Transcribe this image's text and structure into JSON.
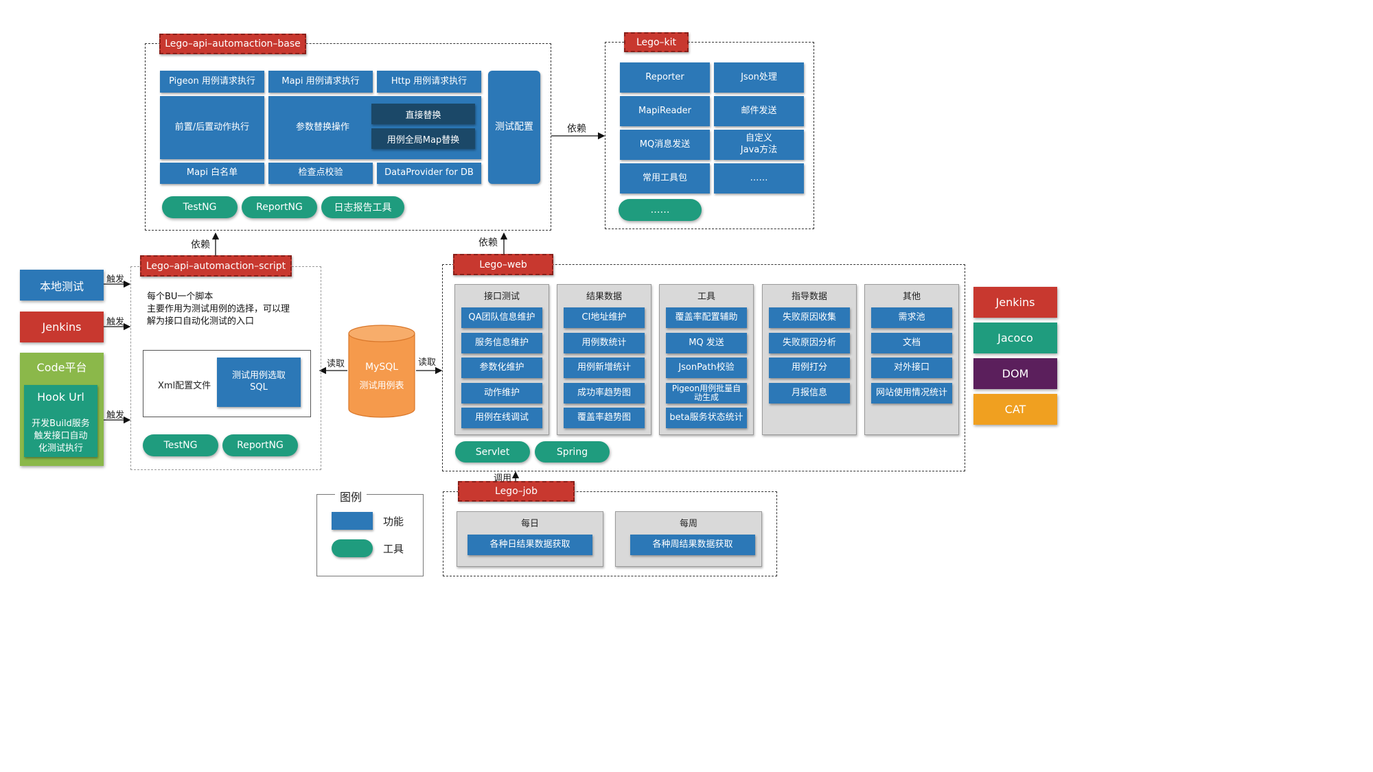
{
  "base": {
    "tag": "Lego–api–automaction–base",
    "row1": [
      "Pigeon 用例请求执行",
      "Mapi 用例请求执行",
      "Http 用例请求执行"
    ],
    "pre_post": "前置/后置动作执行",
    "param_replace": "参数替换操作",
    "direct_replace": "直接替换",
    "map_replace": "用例全局Map替换",
    "row3": [
      "Mapi 白名单",
      "检查点校验",
      "DataProvider for DB"
    ],
    "test_config": "测试配置",
    "tools": [
      "TestNG",
      "ReportNG",
      "日志报告工具"
    ]
  },
  "kit": {
    "tag": "Lego–kit",
    "items": [
      "Reporter",
      "Json处理",
      "MapiReader",
      "邮件发送",
      "MQ消息发送",
      "自定义\nJava方法",
      "常用工具包",
      "……"
    ],
    "tool": "……"
  },
  "script": {
    "tag": "Lego–api–automaction–script",
    "desc_lines": [
      "每个BU一个脚本",
      "主要作用为测试用例的选择，可以理",
      "解为接口自动化测试的入口"
    ],
    "xml_label": "Xml配置文件",
    "sql_box": "测试用例选取\nSQL",
    "tools": [
      "TestNG",
      "ReportNG"
    ]
  },
  "triggers": {
    "local": "本地测试",
    "jenkins": "Jenkins",
    "code_platform": "Code平台",
    "hook": "Hook Url",
    "hook_desc": "开发Build服务\n触发接口自动\n化测试执行",
    "label": "触发"
  },
  "db": {
    "line1": "MySQL",
    "line2": "测试用例表"
  },
  "web": {
    "tag": "Lego–web",
    "columns": [
      {
        "title": "接口测试",
        "items": [
          "QA团队信息维护",
          "服务信息维护",
          "参数化维护",
          "动作维护",
          "用例在线调试"
        ]
      },
      {
        "title": "结果数据",
        "items": [
          "CI地址维护",
          "用例数统计",
          "用例新增统计",
          "成功率趋势图",
          "覆盖率趋势图"
        ]
      },
      {
        "title": "工具",
        "items": [
          "覆盖率配置辅助",
          "MQ 发送",
          "JsonPath校验",
          "Pigeon用例批量自\n动生成",
          "beta服务状态统计"
        ]
      },
      {
        "title": "指导数据",
        "items": [
          "失败原因收集",
          "失败原因分析",
          "用例打分",
          "月报信息"
        ]
      },
      {
        "title": "其他",
        "items": [
          "需求池",
          "文档",
          "对外接口",
          "网站使用情况统计"
        ]
      }
    ],
    "tools": [
      "Servlet",
      "Spring"
    ]
  },
  "job": {
    "tag": "Lego–job",
    "daily_title": "每日",
    "daily_item": "各种日结果数据获取",
    "weekly_title": "每周",
    "weekly_item": "各种周结果数据获取"
  },
  "legend": {
    "title": "图例",
    "func": "功能",
    "tool": "工具"
  },
  "right_tools": [
    "Jenkins",
    "Jacoco",
    "DOM",
    "CAT"
  ],
  "labels": {
    "depend": "依赖",
    "read": "读取",
    "call": "调用"
  },
  "colors": {
    "tag_red": "#c8382f",
    "func_blue": "#2c78b7",
    "tool_green": "#1f9c7e",
    "jenkins": "#c8382f",
    "jacoco": "#1f9c7e",
    "dom": "#5b1f5c",
    "cat": "#f0a020",
    "code_green": "#8bb84a"
  }
}
